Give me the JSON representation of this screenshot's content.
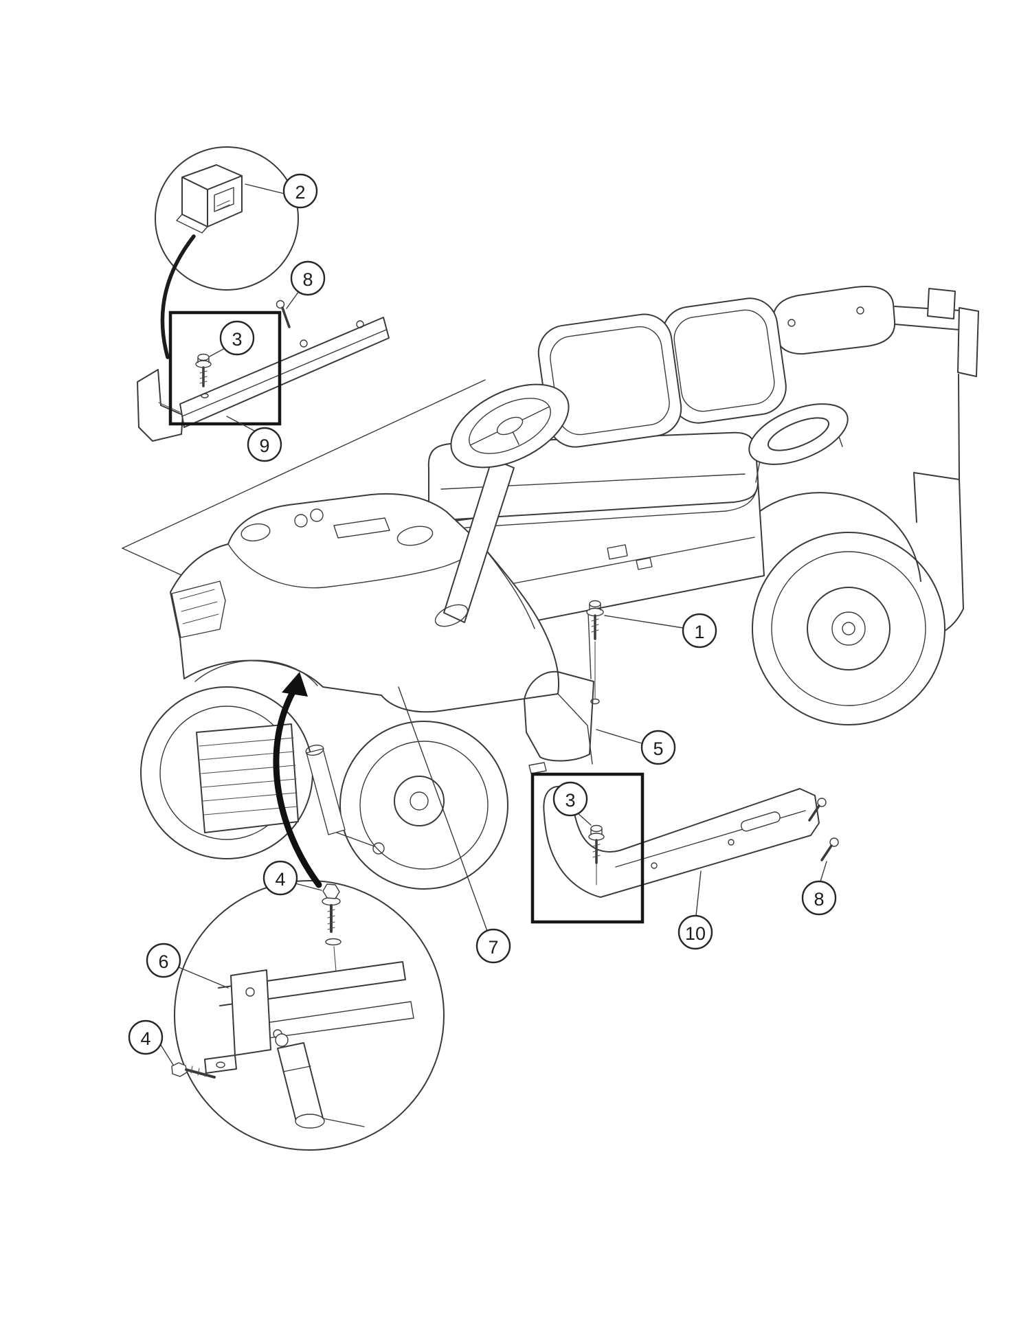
{
  "diagram": {
    "callouts": [
      {
        "id": "2",
        "label": "2"
      },
      {
        "id": "8-top",
        "label": "8"
      },
      {
        "id": "3-left",
        "label": "3"
      },
      {
        "id": "9",
        "label": "9"
      },
      {
        "id": "1",
        "label": "1"
      },
      {
        "id": "5",
        "label": "5"
      },
      {
        "id": "3-right",
        "label": "3"
      },
      {
        "id": "8-right",
        "label": "8"
      },
      {
        "id": "10",
        "label": "10"
      },
      {
        "id": "7",
        "label": "7"
      },
      {
        "id": "4-top",
        "label": "4"
      },
      {
        "id": "6",
        "label": "6"
      },
      {
        "id": "4-bottom",
        "label": "4"
      }
    ],
    "colors": {
      "line": "#3a3a3a",
      "panel_highlight": "#c6c6c6",
      "background": "#ffffff"
    }
  }
}
